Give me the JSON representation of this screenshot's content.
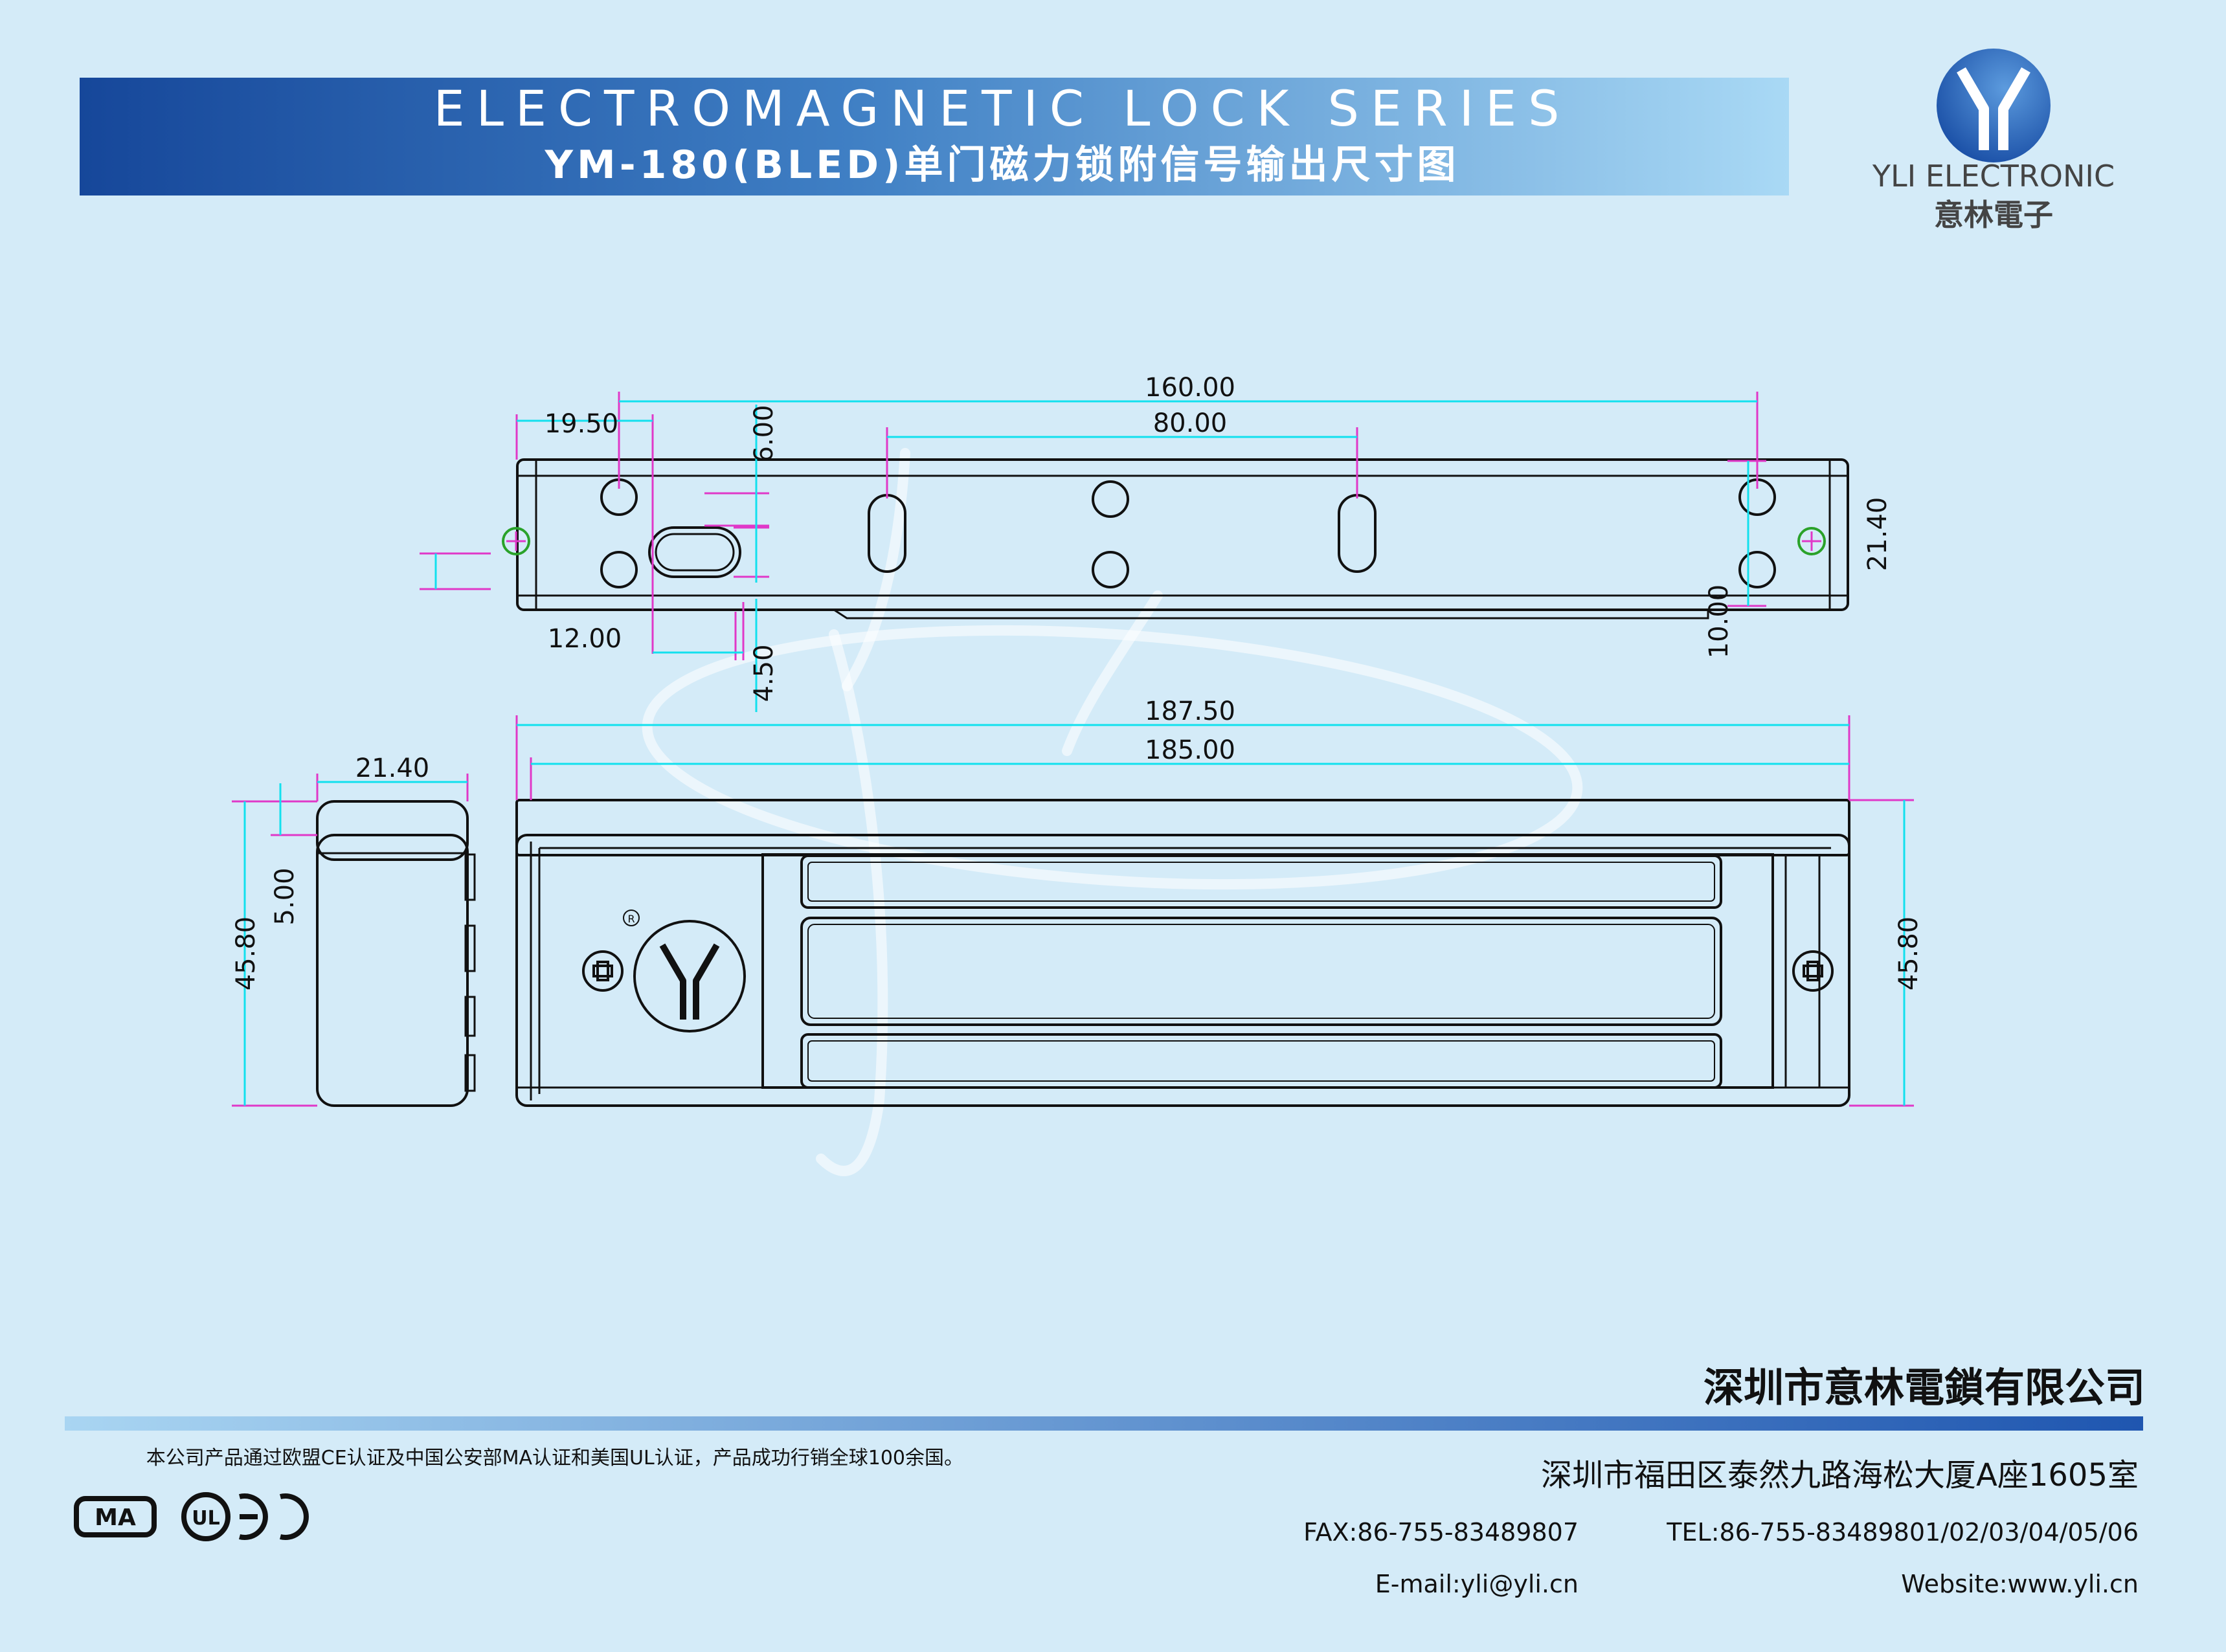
{
  "header": {
    "series_title": "ELECTROMAGNETIC LOCK SERIES",
    "model_title": "YM-180(BLED)单门磁力锁附信号输出尺寸图"
  },
  "brand": {
    "logo_letter": "Y",
    "name_en": "YLI ELECTRONIC",
    "name_cn": "意林電子"
  },
  "dimensions": {
    "overall_hole_span": "160.00",
    "inner_hole_span": "80.00",
    "left_hole_offset": "19.50",
    "top_offset": "6.00",
    "slot_offset": "12.00",
    "slot_height": "4.50",
    "right_hole_offset": "10.00",
    "plate_width": "21.40",
    "body_length": "187.50",
    "body_inner_length": "185.00",
    "end_width": "21.40",
    "end_step": "5.00",
    "end_height": "45.80",
    "body_height": "45.80"
  },
  "front_logo": {
    "letter": "Y",
    "registered": "R"
  },
  "footer": {
    "company": "深圳市意林電鎖有限公司",
    "address": "深圳市福田区泰然九路海松大厦A座1605室",
    "tel": "TEL:86-755-83489801/02/03/04/05/06",
    "fax": "FAX:86-755-83489807",
    "website": "Website:www.yli.cn",
    "email": "E-mail:yli@yli.cn",
    "certification_note": "本公司产品通过欧盟CE认证及中国公安部MA认证和美国UL认证，产品成功行销全球100余国。",
    "certs": {
      "ce": "CE",
      "ul": "UL",
      "ma": "MA"
    }
  },
  "colors": {
    "background": "#d4ebf8",
    "banner_dark": "#1a4a9c",
    "banner_light": "#a8d8f4",
    "dimension_line": "#12e0ee",
    "dimension_extension": "#e038c8",
    "outline": "#111111",
    "footer_bar": "#2f66b8"
  }
}
